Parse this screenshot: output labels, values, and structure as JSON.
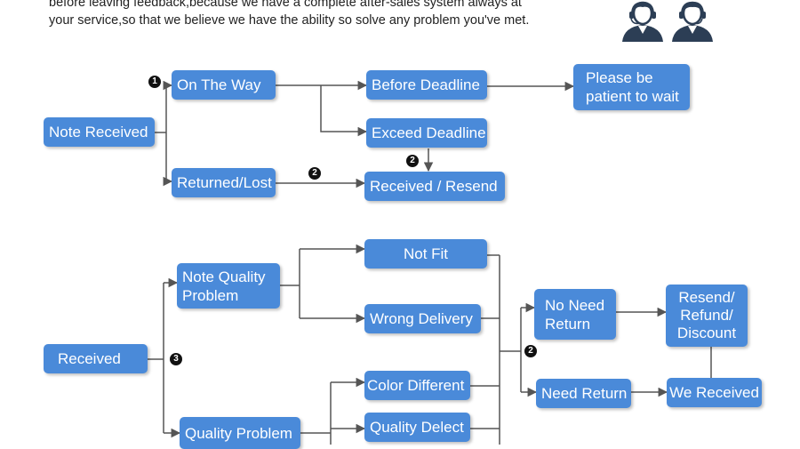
{
  "intro": {
    "line1": "before leaving feedback,because we have a complete after-sales system always at",
    "line2": "your service,so that we believe we have the ability so solve any problem you've met."
  },
  "icons": {
    "support_agents": "customer-service-agents-icon"
  },
  "colors": {
    "box": "#4a8ad9",
    "line": "#555555",
    "badge": "#111111"
  },
  "flow1": {
    "note_received": "Note Received",
    "on_the_way": "On The Way",
    "returned_lost": "Returned/Lost",
    "before_deadline": "Before Deadline",
    "exceed_deadline": "Exceed Deadline",
    "received_resend": "Received / Resend",
    "patient": "Please be patient to wait"
  },
  "flow2": {
    "received": "Received",
    "note_quality": "Note Quality Problem",
    "quality_problem": "Quality Problem",
    "not_fit": "Not Fit",
    "wrong_delivery": "Wrong Delivery",
    "color_different": "Color Different",
    "quality_defect": "Quality Delect",
    "no_need_return": "No Need Return",
    "need_return": "Need Return",
    "resend_refund": "Resend/ Refund/ Discount",
    "we_received": "We Received"
  },
  "badges": {
    "one": "1",
    "two": "2",
    "three": "3"
  }
}
